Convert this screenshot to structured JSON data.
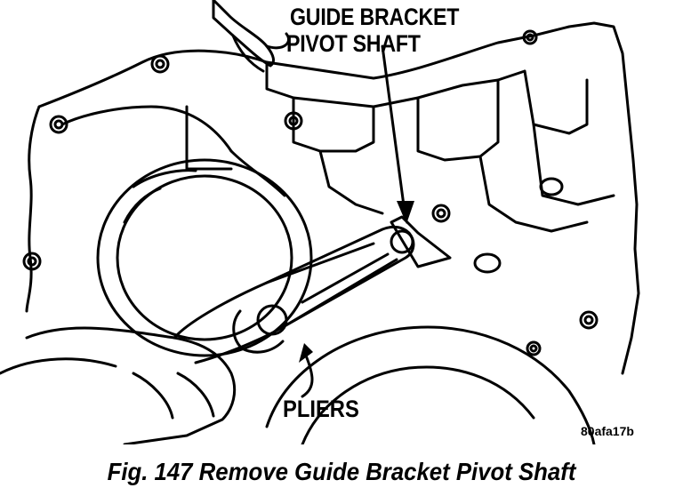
{
  "labels": {
    "guide_line1": "GUIDE BRACKET",
    "guide_line2": "PIVOT SHAFT",
    "pliers": "PLIERS",
    "figure_code": "80afa17b"
  },
  "caption": "Fig. 147 Remove Guide Bracket Pivot Shaft"
}
